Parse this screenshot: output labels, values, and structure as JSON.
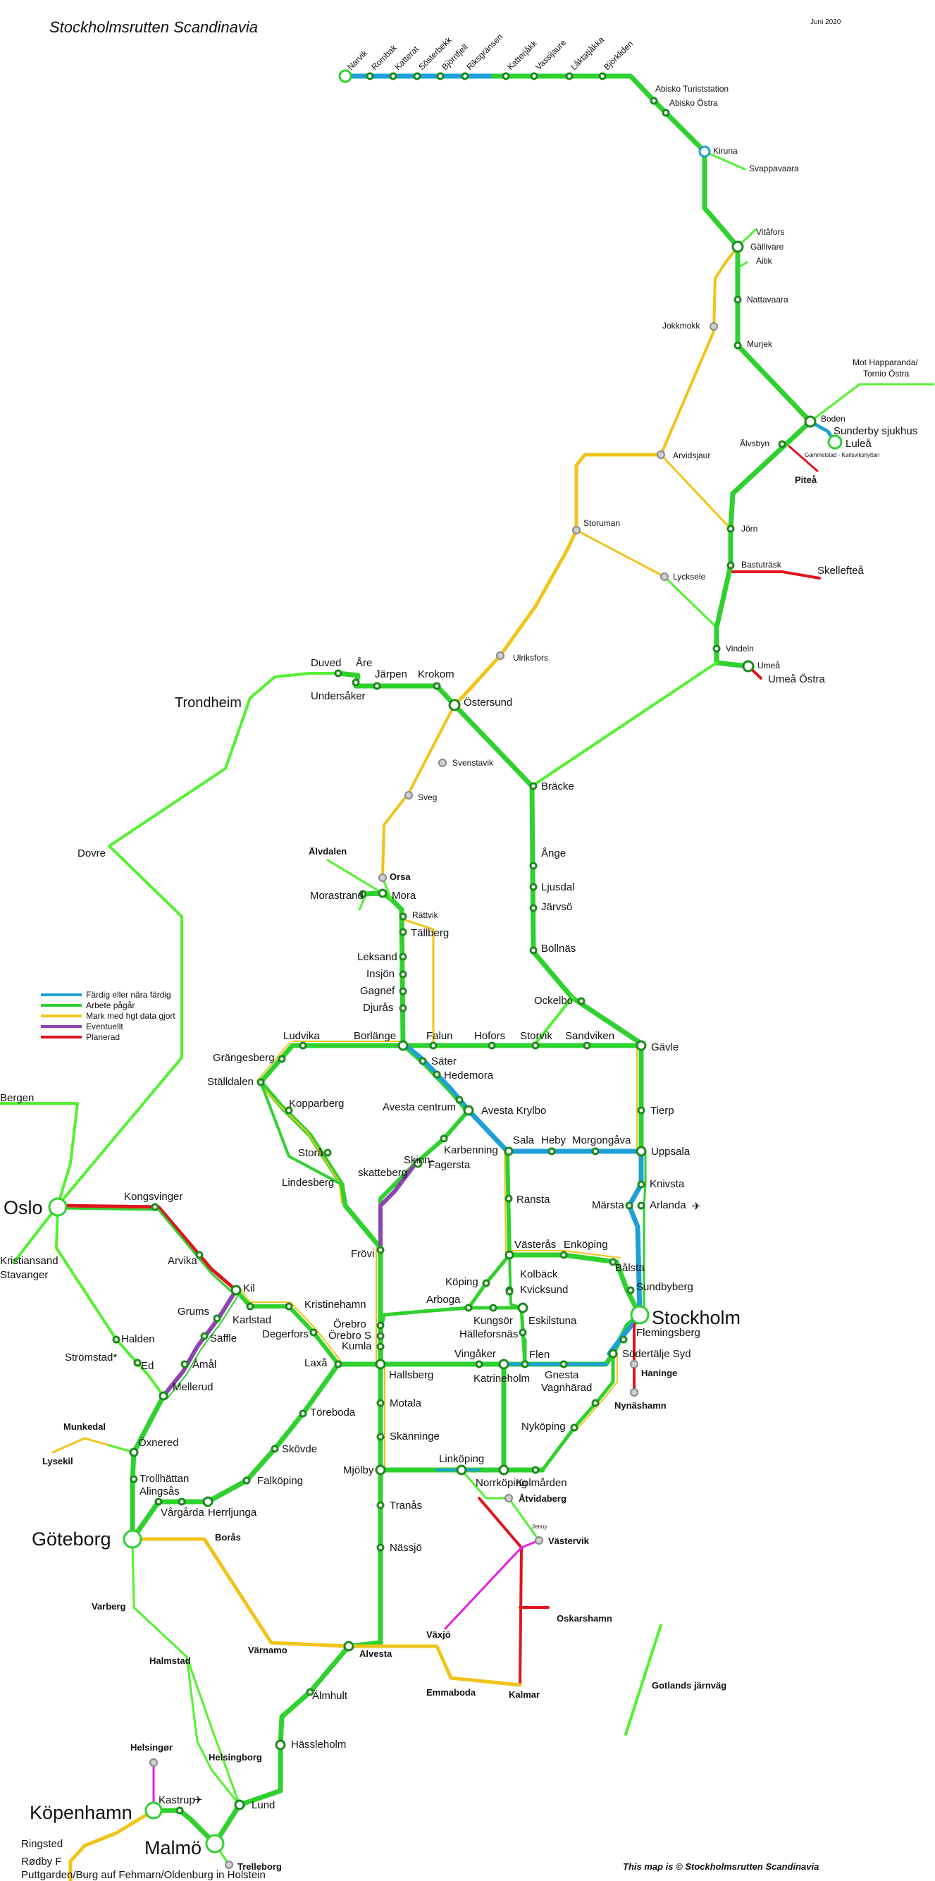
{
  "title": "Stockholmsrutten Scandinavia",
  "date": "Juni 2020",
  "copyright": "This map is © Stockholmsrutten Scandinavia",
  "colors": {
    "done": "#1e9fd6",
    "in_progress": "#2fd12f",
    "bright": "#52f22f",
    "ground_data": "#f0c419",
    "possible": "#8e44ad",
    "planned": "#e0141b",
    "magenta": "#e51fe5",
    "grey_station": "#bdbdbd"
  },
  "legend": [
    {
      "label": "Färdig eller nära färdig",
      "color": "#1e9fd6"
    },
    {
      "label": "Arbete pågår",
      "color": "#2fd12f"
    },
    {
      "label": "Mark med hgt data gjort",
      "color": "#f0c419"
    },
    {
      "label": "Eventuellt",
      "color": "#8e44ad"
    },
    {
      "label": "Planerad",
      "color": "#e0141b"
    }
  ],
  "icons": {
    "airport": "airplane-icon"
  },
  "stations": {
    "narvik": "Narvik",
    "rombak": "Rombak",
    "katterat": "Katterat",
    "sosterbekk": "Sösterbekk",
    "bjornfjell": "Björnfjell",
    "riksgransen": "Riksgränsen",
    "katterjakk": "Katterjåkk",
    "vassijaure": "Vassijaure",
    "laktatjakka": "Låktatjåkka",
    "bjorkliden": "Björkliden",
    "abisko_t": "Abisko Turiststation",
    "abisko_o": "Abisko Östra",
    "kiruna": "Kiruna",
    "svappavaara": "Svappavaara",
    "vitafors": "Vitåfors",
    "gallivare": "Gällivare",
    "aitik": "Aitik",
    "jokkmokk": "Jokkmokk",
    "nattavaara": "Nattavaara",
    "murjek": "Murjek",
    "haparanda": "Mot Happaranda/ Tornio Östra",
    "boden": "Boden",
    "sunderby": "Sunderby sjukhus",
    "lulea": "Luleå",
    "gammelstad": "Gammelstad - Karlsvikshyttan",
    "alvsbyn": "Älvsbyn",
    "pitea": "Piteå",
    "arvidsjaur": "Arvidsjaur",
    "storuman": "Storuman",
    "jorn": "Jörn",
    "lycksele": "Lycksele",
    "basturask": "Bastuträsk",
    "skelleftea": "Skellefteå",
    "vindeln": "Vindeln",
    "umea": "Umeå",
    "umea_o": "Umeå Östra",
    "ulriksfors": "Ulriksfors",
    "duved": "Duved",
    "are": "Åre",
    "undersaker": "Undersåker",
    "jarpen": "Järpen",
    "krokom": "Krokom",
    "ostersund": "Östersund",
    "trondheim": "Trondheim",
    "svenstavik": "Svenstavik",
    "sveg": "Sveg",
    "bracke": "Bräcke",
    "dovre": "Dovre",
    "alvdalen": "Älvdalen",
    "orsa": "Orsa",
    "morastrand": "Morastrand",
    "mora": "Mora",
    "rattvik": "Rättvik",
    "tallberg": "Tällberg",
    "ange": "Ånge",
    "ljusdal": "Ljusdal",
    "jarvso": "Järvsö",
    "bollnas": "Bollnäs",
    "leksand": "Leksand",
    "insjon": "Insjön",
    "gagnef": "Gagnef",
    "djuras": "Djurås",
    "ockelbo": "Ockelbo",
    "ludvika": "Ludvika",
    "borlange": "Borlänge",
    "falun": "Falun",
    "hofors": "Hofors",
    "storvik": "Storvik",
    "sandviken": "Sandviken",
    "gavle": "Gävle",
    "grangesberg": "Grängesberg",
    "stalldalen": "Ställdalen",
    "sater": "Säter",
    "hedemora": "Hedemora",
    "kopparberg": "Kopparberg",
    "avesta_c": "Avesta centrum",
    "avesta_k": "Avesta Krylbo",
    "tierp": "Tierp",
    "stora": "Storå",
    "karbenning": "Karbenning",
    "skinn": "Skinn-",
    "skatteberg": "skatteberg",
    "fagersta": "Fagersta",
    "sala": "Sala",
    "heby": "Heby",
    "morgongava": "Morgongåva",
    "uppsala": "Uppsala",
    "lindesberg": "Lindesberg",
    "bergen": "Bergen",
    "knivsta": "Knivsta",
    "marsta": "Märsta",
    "arlanda": "Arlanda",
    "ransta": "Ransta",
    "oslo": "Oslo",
    "kongsvinger": "Kongsvinger",
    "frovi": "Frövi",
    "vasteras": "Västerås",
    "enkoping": "Enköping",
    "balsta": "Bålsta",
    "arvika": "Arvika",
    "kolback": "Kolbäck",
    "koping": "Köping",
    "kvicksund": "Kvicksund",
    "sundbyberg": "Sundbyberg",
    "kristiansand": "Kristiansand",
    "stavanger": "Stavanger",
    "kil": "Kil",
    "arboga": "Arboga",
    "stockholm": "Stockholm",
    "kristinehamn": "Kristinehamn",
    "grums": "Grums",
    "karlstad": "Karlstad",
    "kungsor": "Kungsör",
    "eskilstuna": "Eskilstuna",
    "flemingsberg": "Flemingsberg",
    "halden": "Halden",
    "saffle": "Säffle",
    "degerfors": "Degerfors",
    "orebro": "Örebro",
    "orebro_s": "Örebro S",
    "halleforsnas": "Hälleforsnäs",
    "sodertalje": "Södertälje Syd",
    "stromstad": "Strömstad*",
    "kumla": "Kumla",
    "vingaker": "Vingåker",
    "flen": "Flen",
    "haninge": "Haninge",
    "ed": "Ed",
    "amal": "Åmål",
    "laxa": "Laxå",
    "hallsberg": "Hallsberg",
    "katrineholm": "Katrineholm",
    "gnesta": "Gnesta",
    "mellerud": "Mellerud",
    "vagnharad": "Vagnhärad",
    "nynashamn": "Nynäshamn",
    "toreboda": "Töreboda",
    "motala": "Motala",
    "munkedal": "Munkedal",
    "nykoping": "Nyköping",
    "oxnered": "Öxnered",
    "lysekil": "Lysekil",
    "skovde": "Skövde",
    "skanninge": "Skänninge",
    "trollhattan": "Trollhättan",
    "falkoping": "Falköping",
    "alingsas": "Alingsås",
    "linkoping": "Linköping",
    "mjolby": "Mjölby",
    "norrkoping": "Norrköping",
    "kolmarden": "Kolmården",
    "vargarda": "Vårgårda",
    "herrljunga": "Herrljunga",
    "atvidaberg": "Åtvidaberg",
    "tranas": "Tranås",
    "jenny": "Jenny",
    "vastervik": "Västervik",
    "goteborg": "Göteborg",
    "boras": "Borås",
    "nassjo": "Nässjö",
    "varberg": "Varberg",
    "oskarshamn": "Oskarshamn",
    "vaxjo": "Växjö",
    "halmstad": "Halmstad",
    "varnamo": "Värnamo",
    "alvesta": "Alvesta",
    "gotland": "Gotlands järnväg",
    "emmaboda": "Emmaboda",
    "kalmar": "Kalmar",
    "almhult": "Älmhult",
    "helsingor": "Helsingør",
    "helsingborg": "Helsingborg",
    "hassleholm": "Hässleholm",
    "kastrup": "Kastrup",
    "kopenhamn": "Köpenhamn",
    "lund": "Lund",
    "malmo": "Malmö",
    "ringsted": "Ringsted",
    "rodby": "Rødby F",
    "trelleborg": "Trelleborg",
    "puttgarden": "Puttgarden/Burg auf Fehmarn/Oldenburg in Holstein"
  }
}
